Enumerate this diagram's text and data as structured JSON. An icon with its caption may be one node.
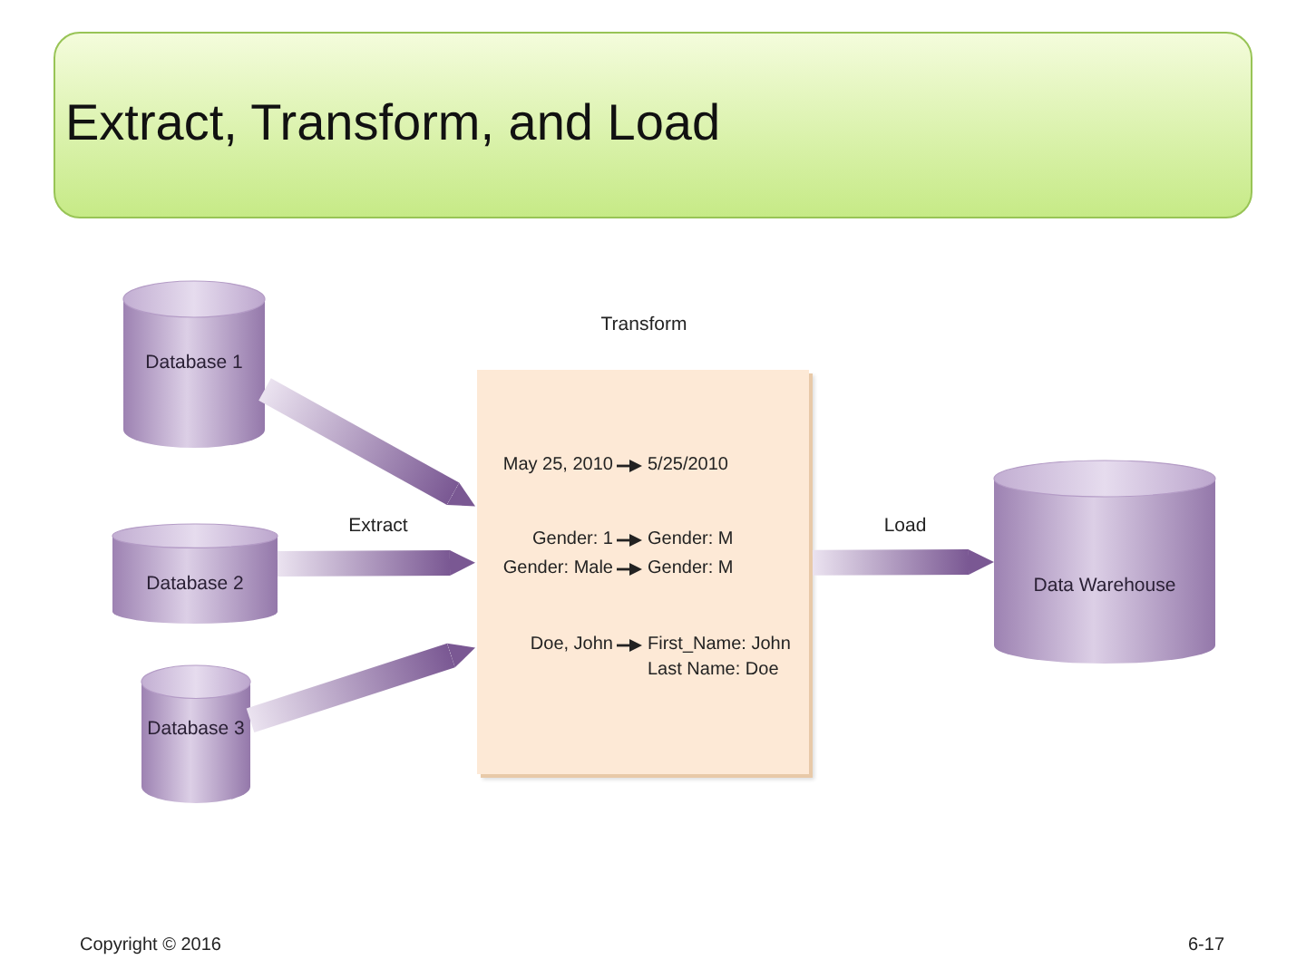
{
  "diagram": {
    "title": "Extract, Transform, and Load",
    "nodes": [
      {
        "text": [
          "Database 1"
        ]
      },
      {
        "text": [
          "Database 2"
        ]
      },
      {
        "text": [
          "Database 3"
        ]
      },
      {
        "text": [
          "Transform"
        ]
      },
      {
        "text": [
          "May 25, 2010"
        ],
        "in": 3
      },
      {
        "text": [
          "5/25/2010"
        ],
        "in": 3
      },
      {
        "text": [
          "Gender: 1"
        ],
        "in": 3
      },
      {
        "text": [
          "Gender: M"
        ],
        "in": 3
      },
      {
        "text": [
          "Gender: Male"
        ],
        "in": 3
      },
      {
        "text": [
          "Gender: M"
        ],
        "in": 3
      },
      {
        "text": [
          "Doe, John"
        ],
        "in": 3
      },
      {
        "text": [
          "First_Name: John Last Name: Doe"
        ],
        "in": 3
      },
      {
        "text": [
          "Data Warehouse"
        ]
      }
    ],
    "edges": [
      {
        "from": 0,
        "to": 3,
        "arrow": "to",
        "style": "thick"
      },
      {
        "from": 1,
        "to": 3,
        "arrow": "to",
        "label": "Extract",
        "style": "thick"
      },
      {
        "from": 2,
        "to": 3,
        "arrow": "to",
        "style": "thick"
      },
      {
        "from": 4,
        "to": 5,
        "arrow": "to"
      },
      {
        "from": 6,
        "to": 7,
        "arrow": "to"
      },
      {
        "from": 8,
        "to": 9,
        "arrow": "to"
      },
      {
        "from": 10,
        "to": 11,
        "arrow": "to"
      },
      {
        "from": 3,
        "to": 12,
        "arrow": "to",
        "label": "Load",
        "style": "thick"
      }
    ],
    "labels": [
      "Copyright © 2016",
      "6-17"
    ]
  }
}
